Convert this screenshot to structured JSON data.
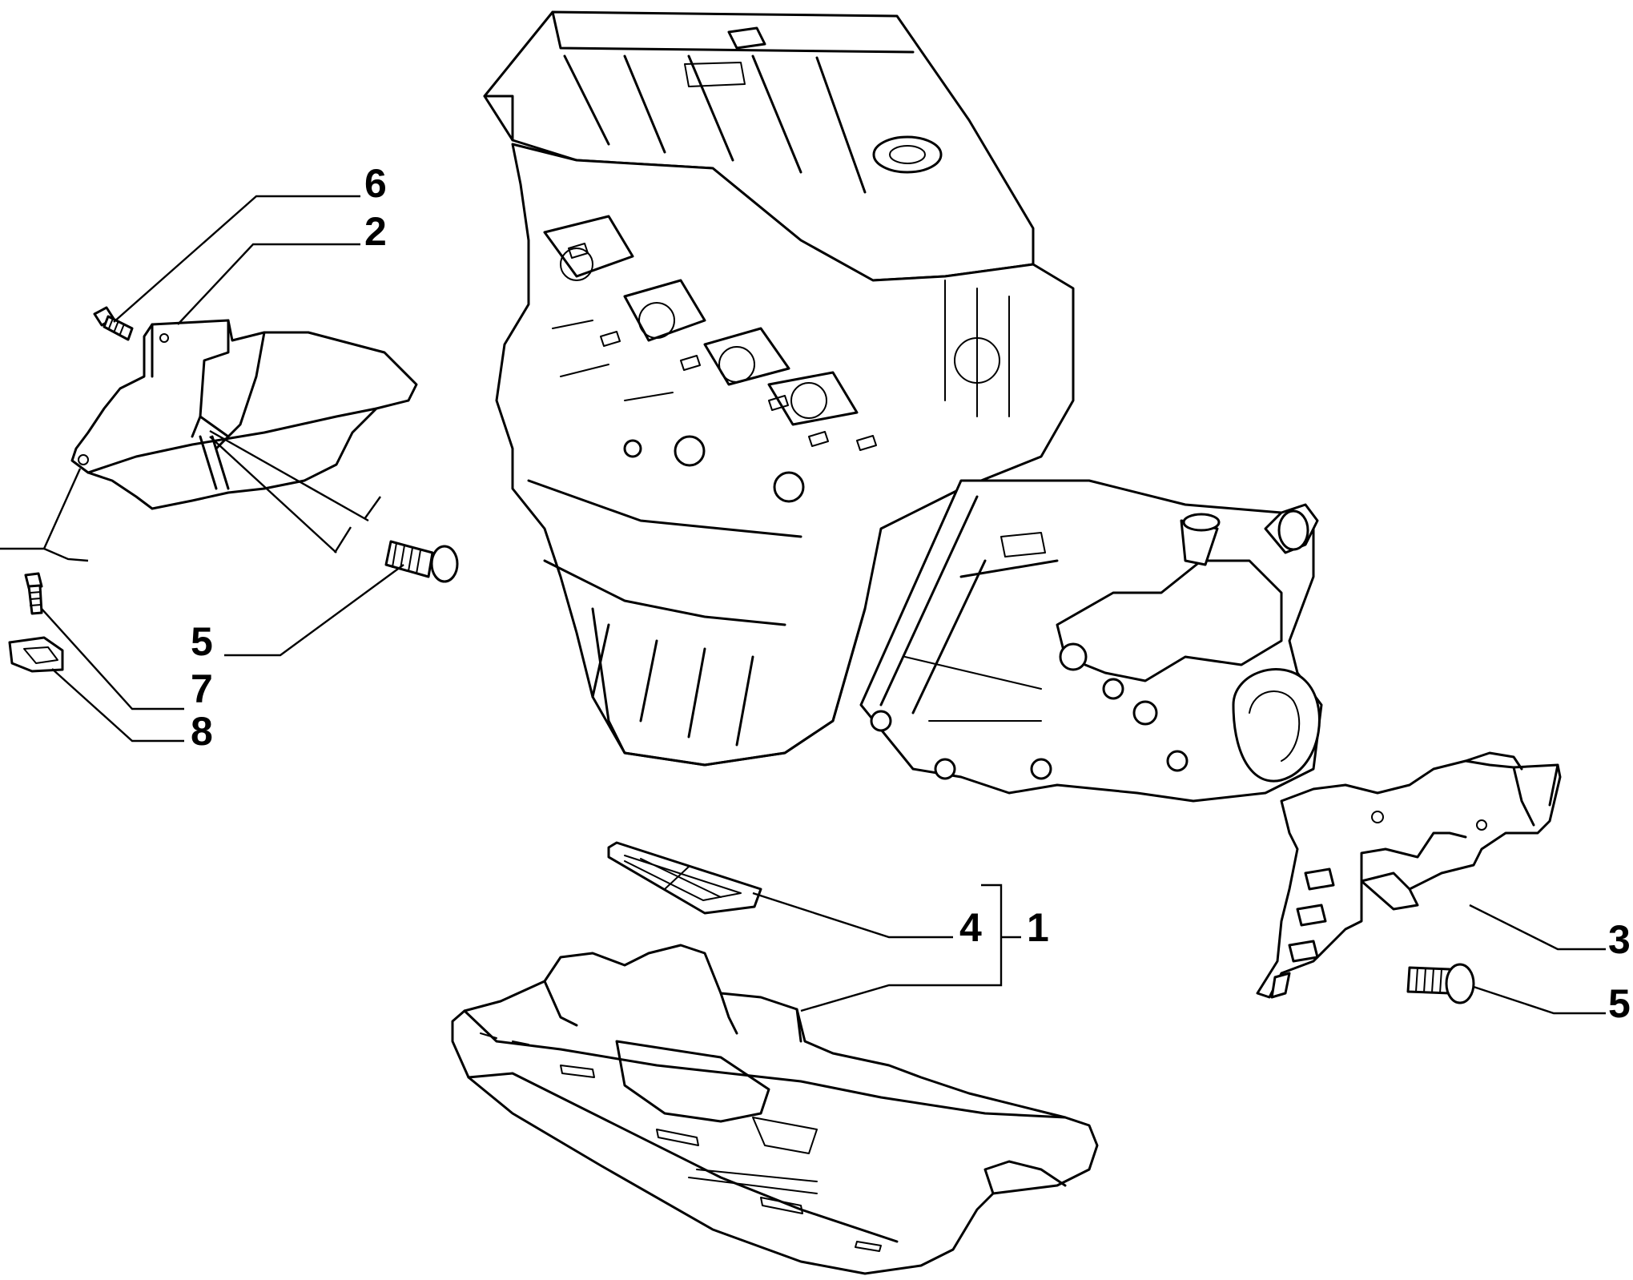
{
  "callouts": {
    "c1": "1",
    "c2": "2",
    "c3": "3",
    "c4": "4",
    "c5a": "5",
    "c5b": "5",
    "c6": "6",
    "c7": "7",
    "c8": "8"
  }
}
